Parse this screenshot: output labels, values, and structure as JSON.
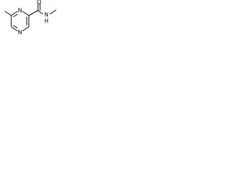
{
  "molecule": {
    "atoms": {
      "ring_n_top": "N",
      "ring_n_bottom": "N",
      "carbonyl_o": "O",
      "amide_n": "N",
      "amide_h": "H"
    }
  }
}
